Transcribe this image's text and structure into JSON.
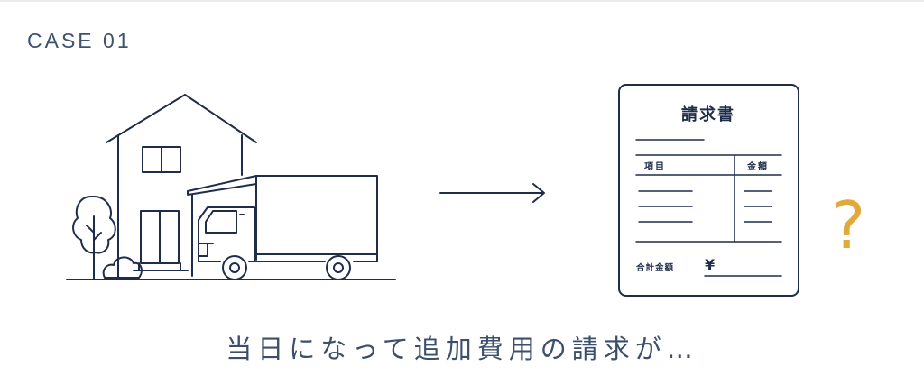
{
  "case_label": "CASE 01",
  "invoice": {
    "title": "請求書",
    "col_item": "項目",
    "col_amount": "金額",
    "total_label": "合計金額",
    "yen_symbol": "¥"
  },
  "question_mark": "?",
  "caption": "当日になって追加費用の請求が…",
  "colors": {
    "line": "#1f2d4a",
    "accent": "#e0a93a",
    "text": "#3b4e6b"
  }
}
